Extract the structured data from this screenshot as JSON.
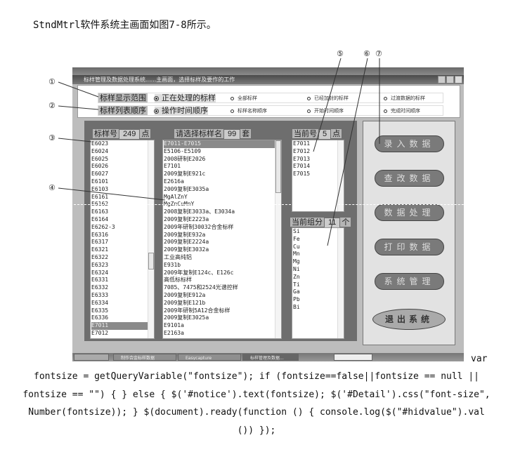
{
  "caption": "StndMtrl软件系统主画面如图7-8所示。",
  "window": {
    "title": "标样管理及数据处理系统......主画面，选择标样及要作的工作"
  },
  "options": {
    "range": {
      "label": "标样显示范围",
      "items": [
        "正在处理的标样",
        "全部标样",
        "已经加封的标样",
        "过渡数据的标样"
      ]
    },
    "order": {
      "label": "标样列表顺序",
      "items": [
        "操作时间顺序",
        "标样名称顺序",
        "开始时间顺序",
        "完成时间顺序"
      ]
    }
  },
  "sample_no": {
    "label": "标样号",
    "count": "249",
    "unit": "点",
    "items": [
      "E6023",
      "E6024",
      "E6025",
      "E6026",
      "E6027",
      "E6101",
      "E6103",
      "E6161",
      "E6162",
      "E6163",
      "E6164",
      "E6262-3",
      "E6316",
      "E6317",
      "E6321",
      "E6322",
      "E6323",
      "E6324",
      "E6331",
      "E6332",
      "E6333",
      "E6334",
      "E6335",
      "E6336",
      "E7011",
      "E7012"
    ],
    "selected": "E7011"
  },
  "sample_name": {
    "label": "请选择标样名",
    "count": "99",
    "unit": "套",
    "items": [
      "E7011-E7015",
      "E5106-E5109",
      "2008研制E2026",
      "E7101",
      "2009复制E921c",
      "E2616a",
      "2009复制E3035a",
      "MgAlZnY",
      "MgZnCuMnY",
      "2008复制E3033a、E3034a",
      "2009复制E2223a",
      "2009年研制30032合金标样",
      "2009复制E932a",
      "2009复制E2224a",
      "2009复制E3032a",
      "工业高纯铝",
      "E931b",
      "2009年复制E124c、E126c",
      "高低标标样",
      "7085、7475和2524光谱控样",
      "2009复制E912a",
      "2009复制E121b",
      "2009年研制5A12合金标样",
      "2009复制E3025a",
      "E9101a",
      "E2163a"
    ],
    "selected": "E7011-E7015"
  },
  "current_no": {
    "label": "当前号",
    "count": "5",
    "unit": "点",
    "items": [
      "E7011",
      "E7012",
      "E7013",
      "E7014",
      "E7015"
    ]
  },
  "components": {
    "label": "当前组分",
    "count": "11",
    "unit": "个",
    "items": [
      "Si",
      "Fe",
      "Cu",
      "Mn",
      "Mg",
      "Ni",
      "Zn",
      "Ti",
      "Ga",
      "Pb",
      "Bi"
    ]
  },
  "buttons": [
    "录入数据",
    "查改数据",
    "数据处理",
    "打印数据",
    "系统管理"
  ],
  "exit_button": "退出系统",
  "taskbar": [
    "制作合金标样数据",
    "Easycapture",
    "标样管理及数据..."
  ],
  "callouts": [
    "①",
    "②",
    "③",
    "④",
    "⑤",
    "⑥",
    "⑦"
  ],
  "code_lines": [
    "var",
    "fontsize = getQueryVariable(\"fontsize\"); if (fontsize==false||fontsize == null ||",
    "fontsize == \"\") { } else { $('#notice').text(fontsize); $('#Detail').css(\"font-size\",",
    "Number(fontsize)); } $(document).ready(function () { console.log($(\"#hidvalue\").val",
    "()) });"
  ]
}
